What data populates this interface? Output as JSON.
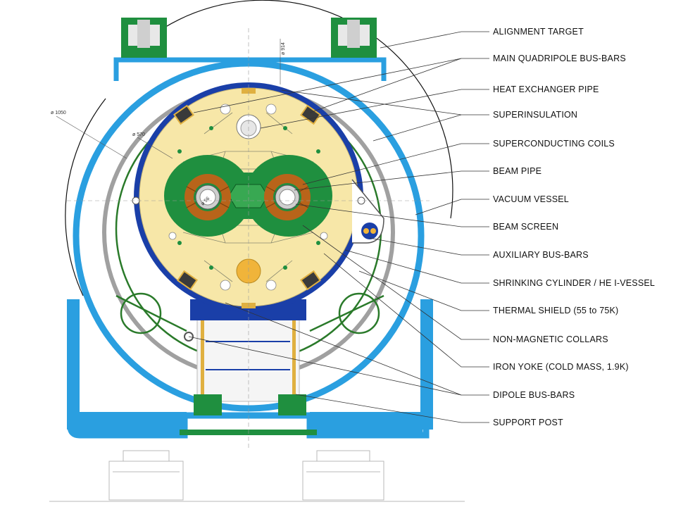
{
  "labels": [
    "ALIGNMENT TARGET",
    "MAIN QUADRIPOLE BUS-BARS",
    "HEAT EXCHANGER PIPE",
    "SUPERINSULATION",
    "SUPERCONDUCTING COILS",
    "BEAM PIPE",
    "VACUUM VESSEL",
    "BEAM SCREEN",
    "AUXILIARY BUS-BARS",
    "SHRINKING CYLINDER / HE I-VESSEL",
    "THERMAL SHIELD (55 to 75K)",
    "NON-MAGNETIC COLLARS",
    "IRON YOKE (COLD MASS, 1.9K)",
    "DIPOLE BUS-BARS",
    "SUPPORT POST"
  ],
  "dimensions": {
    "d1050": "ø 1050",
    "d570": "ø 570",
    "d914": "ø 914",
    "d56": "ø 56"
  },
  "colors": {
    "vacuum_vessel": "#2a9fe0",
    "iron_yoke": "#f7e7a8",
    "collars": "#1f8f3f",
    "coils": "#b8641a",
    "shrinking_cylinder": "#1a3fa8",
    "thermal_shield": "#2a7a2a",
    "superinsulation": "#a0a0a0",
    "support_post": "#e0b040"
  }
}
